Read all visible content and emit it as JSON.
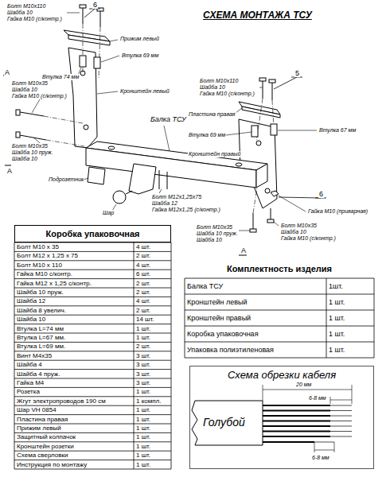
{
  "diagram": {
    "title": "СХЕМА МОНТАЖА ТСУ",
    "nodes": [
      {
        "text": [
          "Коробка упаковочная"
        ]
      },
      {
        "text": [
          "Комплектность изделия"
        ]
      },
      {
        "text": [
          "Схема обрезки кабеля"
        ]
      }
    ],
    "labels": [
      "Болт М10х110",
      "Шайба 10",
      "Гайка М10 (с/контр.)",
      "6",
      "Прижим левый",
      "Втулка 69 мм",
      "Втулка 74 мм",
      "Кронштейн левый",
      "А",
      "Болт М10х35",
      "Шайба 10",
      "Гайка М10 (с/контр.)",
      "Болт М10х35",
      "Шайба 10 пруж.",
      "Шайба 10",
      "А",
      "Балка ТСУ",
      "Подрозетник",
      "Шар",
      "Болт М12х1,25х75",
      "Шайба 12",
      "Гайка М12х1,25 (с/контр.)",
      "Болт М10х110",
      "Шайба 10",
      "Гайка М10 (с/контр.)",
      "5",
      "Пластина правая",
      "Втулка 69 мм",
      "Втулка 67 мм",
      "Кронштейн правый",
      "6",
      "Гайка М10 (приварная)",
      "Болт М10х35",
      "Шайба 10 пруж.",
      "Шайба 10",
      "А",
      "Болт М10х35",
      "Шайба 10",
      "Гайка М10 (с/контр.)",
      "Болт М10 х 35",
      "4 шт.",
      "Болт М12 х 1,25 х 75",
      "2 шт.",
      "Болт М10 х 110",
      "4 шт.",
      "Гайка М10 с/контр.",
      "6 шт.",
      "Гайка М12 х 1,25 с/контр.",
      "2 шт.",
      "Шайба 10 пруж.",
      "2 шт.",
      "Шайба 12",
      "4 шт.",
      "Шайба 8 увелич.",
      "2 шт.",
      "Шайба 10",
      "14 шт.",
      "Втулка L=74 мм",
      "1 шт.",
      "Втулка L=67 мм.",
      "1 шт.",
      "Втулка L=69 мм.",
      "2 шт.",
      "Винт М4х35",
      "3 шт.",
      "Шайба 4",
      "3 шт.",
      "Шайба 4 пруж.",
      "3 шт.",
      "Гайка М4",
      "3 шт.",
      "Розетка",
      "1 шт.",
      "Жгут электропроводов 190 см",
      "1 компл.",
      "Шар VH 0854",
      "1 шт.",
      "Пластина правая",
      "1 шт.",
      "Прижим левый",
      "1 шт.",
      "Защитный колпачок",
      "1 шт.",
      "Кронштейн розетки",
      "1 шт.",
      "Схема сверловки",
      "1 шт.",
      "Инструкция по монтажу",
      "1 шт.",
      "Балка ТСУ",
      "1шт.",
      "Кронштейн левый",
      "1 шт.",
      "Кронштейн правый",
      "1 шт.",
      "Коробка упаковочная",
      "1 шт.",
      "Упаковка полиэтиленовая",
      "1 шт.",
      "20 мм",
      "6-8 мм",
      "6-8 мм",
      "Голубой"
    ]
  }
}
